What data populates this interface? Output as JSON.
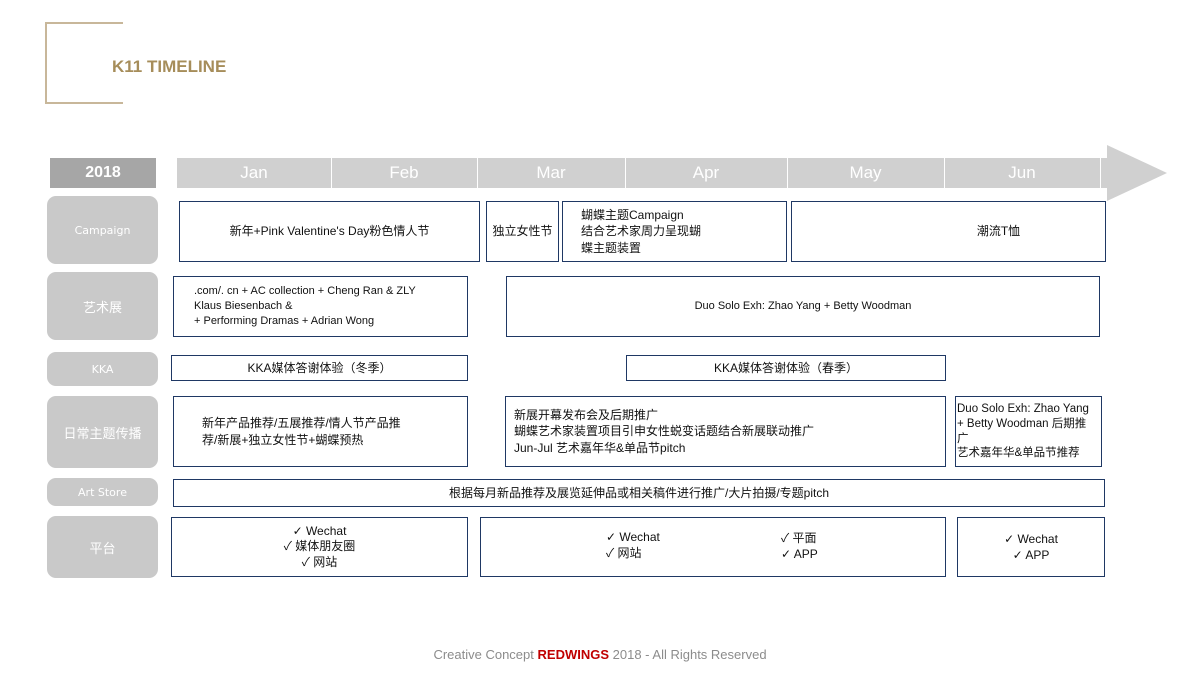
{
  "title": "K11 TIMELINE",
  "year": "2018",
  "months": [
    "Jan",
    "Feb",
    "Mar",
    "Apr",
    "May",
    "Jun"
  ],
  "row_labels": {
    "campaign": "Campaign",
    "art": "艺术展",
    "kka": "KKA",
    "daily": "日常主题传播",
    "artstore": "Art Store",
    "platform": "平台"
  },
  "campaign": {
    "jan_feb": "新年+Pink Valentine's Day粉色情人节",
    "mar": "独立女性节",
    "mar_apr": [
      "蝴蝶主题Campaign",
      "结合艺术家周力呈现蝴",
      "蝶主题装置"
    ],
    "may_jun": "潮流T恤"
  },
  "art": {
    "jan_feb": [
      ".com/. cn + AC collection + Cheng Ran & ZLY",
      "Klaus Biesenbach &",
      "+ Performing Dramas + Adrian Wong"
    ],
    "mar_jun": "Duo Solo Exh: Zhao Yang + Betty Woodman"
  },
  "kka": {
    "winter": "KKA媒体答谢体验（冬季）",
    "spring": "KKA媒体答谢体验（春季）"
  },
  "daily": {
    "jan_feb": [
      "新年产品推荐/五展推荐/情人节产品推",
      "荐/新展+独立女性节+蝴蝶预热"
    ],
    "mar_may": [
      "新展开幕发布会及后期推广",
      "蝴蝶艺术家装置项目引申女性蜕变话题结合新展联动推广",
      "Jun-Jul 艺术嘉年华&单品节pitch"
    ],
    "jun": [
      "Duo Solo Exh: Zhao Yang",
      "+ Betty Woodman 后期推",
      "广",
      "艺术嘉年华&单品节推荐"
    ]
  },
  "artstore": "根据每月新品推荐及展览延伸品或相关稿件进行推广/大片拍摄/专题pitch",
  "platform": {
    "jan_feb": [
      "✓ Wechat",
      "✓ 媒体朋友圈",
      "✓ 网站"
    ],
    "mar_may_a": [
      "✓ Wechat",
      "✓ 网站"
    ],
    "mar_may_b": [
      "✓ 平面",
      "✓ APP"
    ],
    "jun": [
      "✓ Wechat",
      "✓ APP"
    ]
  },
  "footer": {
    "prefix": "Creative Concept",
    "brand": "REDWINGS",
    "suffix": "2018 - All Rights Reserved"
  },
  "colors": {
    "title_gold": "#a68d5a",
    "bracket": "#c8b79a",
    "box_border": "#1f3864",
    "label_grey": "#c9c9c9",
    "header_grey": "#d0d0d0",
    "brand_red": "#c00000"
  }
}
